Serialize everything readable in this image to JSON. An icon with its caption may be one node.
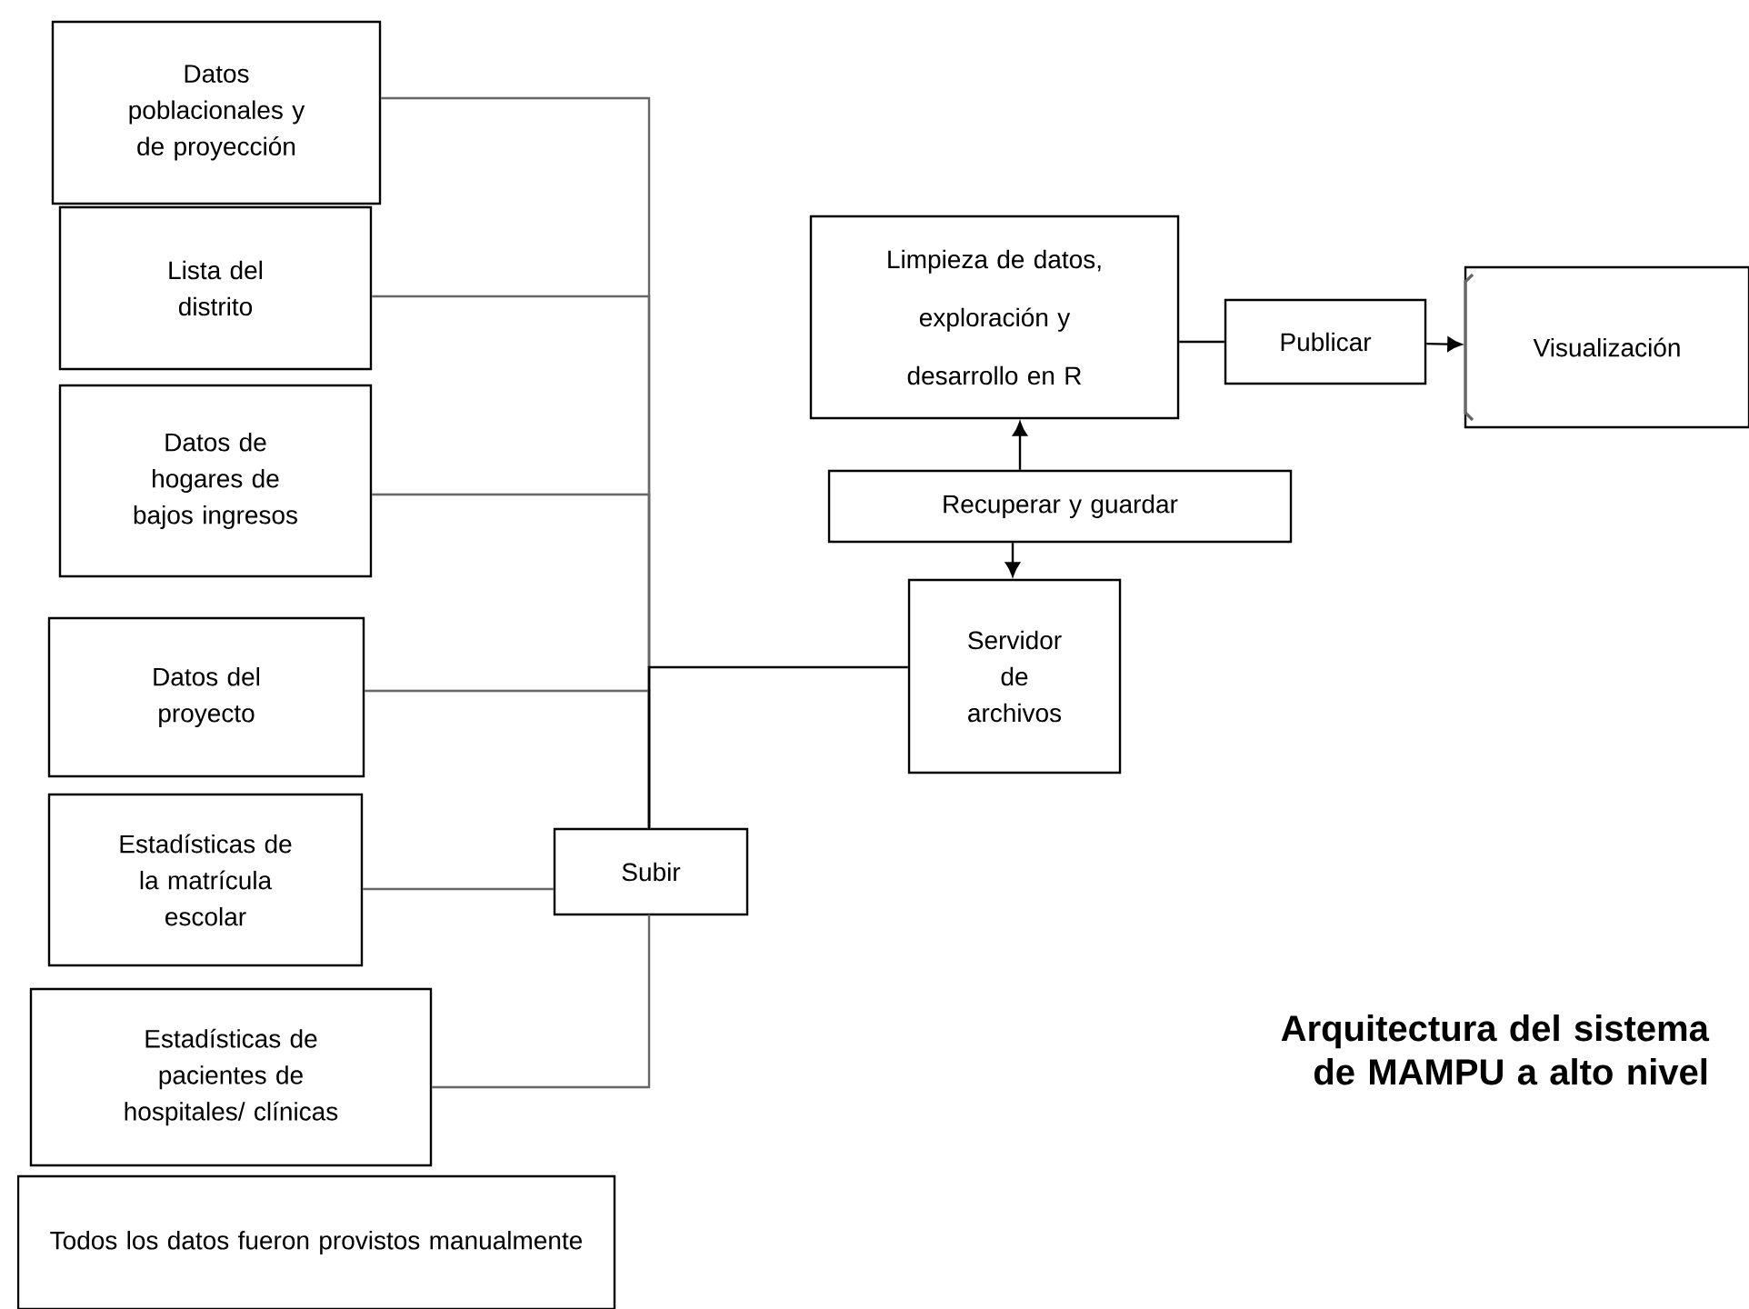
{
  "diagram": {
    "title": "Arquitectura del sistema de MAMPU a alto nivel",
    "nodes": [
      {
        "text": [
          "Datos poblacionales y de proyección"
        ]
      },
      {
        "text": [
          "Lista del distrito"
        ]
      },
      {
        "text": [
          "Datos de hogares de bajos ingresos"
        ]
      },
      {
        "text": [
          "Datos del proyecto"
        ]
      },
      {
        "text": [
          "Estadísticas de la matrícula escolar"
        ]
      },
      {
        "text": [
          "Estadísticas de pacientes de hospitales/ clínicas"
        ]
      },
      {
        "text": [
          "Subir"
        ]
      },
      {
        "text": [
          "Servidor de archivos"
        ]
      },
      {
        "text": [
          "Recuperar y guardar"
        ]
      },
      {
        "text": [
          "Limpieza de datos, exploración y desarrollo en R"
        ]
      },
      {
        "text": [
          "Publicar"
        ]
      },
      {
        "text": [
          "Visualización"
        ]
      },
      {
        "text": [
          "Todos los datos fueron provistos manualmente"
        ]
      }
    ],
    "edges": [
      {
        "from": 0,
        "to": 6,
        "arrow": "none"
      },
      {
        "from": 1,
        "to": 6,
        "arrow": "none"
      },
      {
        "from": 2,
        "to": 6,
        "arrow": "none"
      },
      {
        "from": 3,
        "to": 6,
        "arrow": "none"
      },
      {
        "from": 4,
        "to": 6,
        "arrow": "none"
      },
      {
        "from": 5,
        "to": 6,
        "arrow": "none"
      },
      {
        "from": 6,
        "to": 7,
        "arrow": "none",
        "color": "#000000"
      },
      {
        "from": 8,
        "to": 9,
        "arrow": "to",
        "color": "#000000"
      },
      {
        "from": 8,
        "to": 7,
        "arrow": "to",
        "color": "#000000"
      },
      {
        "from": 9,
        "to": 10,
        "arrow": "none",
        "color": "#000000"
      },
      {
        "from": 10,
        "to": 11,
        "arrow": "to",
        "color": "#000000"
      }
    ]
  }
}
